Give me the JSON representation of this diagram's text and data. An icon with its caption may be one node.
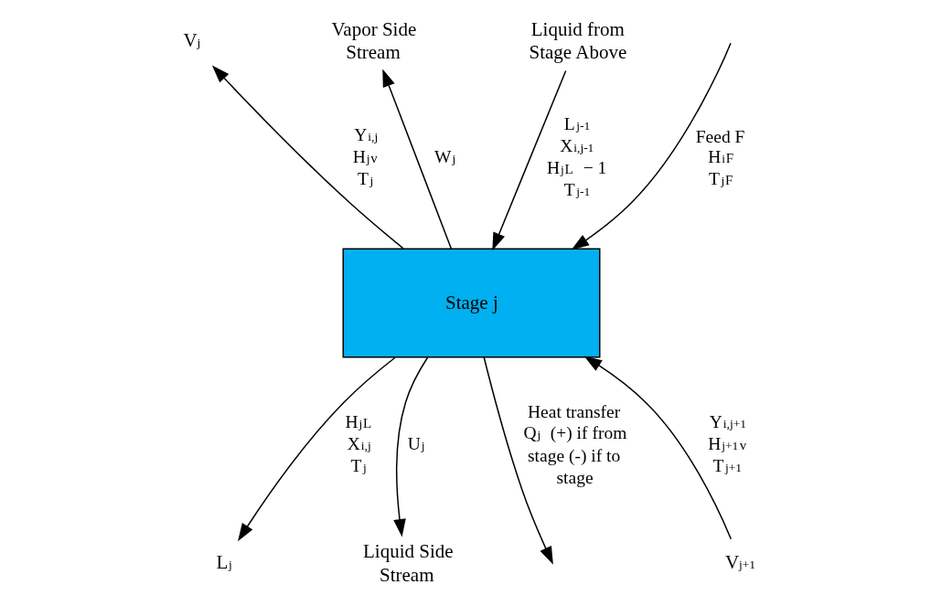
{
  "diagram": {
    "nodes": [
      {
        "text": [
          "Stage j"
        ]
      },
      {
        "text": [
          "Liquid from Stage Above"
        ]
      },
      {
        "text": [
          "V$_{j}$"
        ]
      },
      {
        "text": [
          "Vapor Side Stream"
        ]
      },
      {
        "text": [
          "V$_{j+1}$"
        ]
      },
      {
        "text": [
          "L$_{j}$"
        ]
      },
      {
        "text": [
          "Liquid Side Stream"
        ]
      }
    ],
    "edges": [
      {
        "from": 1,
        "to": 0,
        "arrow": "to",
        "label": "L$_{j-1}$ X$_{i,j-1}$ H$_{j}$$^{L}$ − 1 T$_{j-1}$"
      },
      {
        "from": 0,
        "to": 2,
        "arrow": "to",
        "label": "Y$_{i,j}$ H$_{j}$$^{v}$ T$_{j}$"
      },
      {
        "from": 0,
        "to": 3,
        "arrow": "to",
        "label": "W$_{j}$"
      },
      {
        "from": 4,
        "to": 0,
        "arrow": "to",
        "label": "Y$_{i,j+1}$ H$_{j+1}$$^{v}$ T$_{j+1}$"
      },
      {
        "from": 0,
        "to": 5,
        "arrow": "to",
        "label": "H$_{j}$$^{L}$ X$_{i,j}$ T$_{j}$"
      },
      {
        "from": 0,
        "to": 6,
        "arrow": "to",
        "label": "U$_{j}$"
      },
      {
        "from": null,
        "to": 0,
        "arrow": "to",
        "label": "Feed F H$_{i}$$^{F}$ T$_{j}$$^{F}$"
      },
      {
        "from": 0,
        "to": null,
        "arrow": "to",
        "label": "Heat transfer Q$_{j}$ (+) if from stage (-) if to stage"
      }
    ]
  }
}
